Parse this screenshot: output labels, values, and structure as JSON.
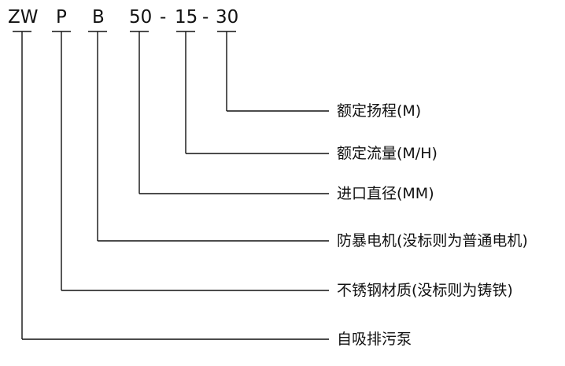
{
  "model_code": {
    "segments": [
      "ZW",
      "P",
      "B",
      "50",
      "15",
      "30"
    ],
    "separators": [
      "-",
      "-"
    ]
  },
  "descriptions": [
    "额定扬程(M)",
    "额定流量(M/H)",
    "进口直径(MM)",
    "防暴电机(没标则为普通电机)",
    "不锈钢材质(没标则为铸铁)",
    "自吸排污泵"
  ],
  "colors": {
    "text": "#111111",
    "line": "#111111",
    "background": "#ffffff"
  }
}
